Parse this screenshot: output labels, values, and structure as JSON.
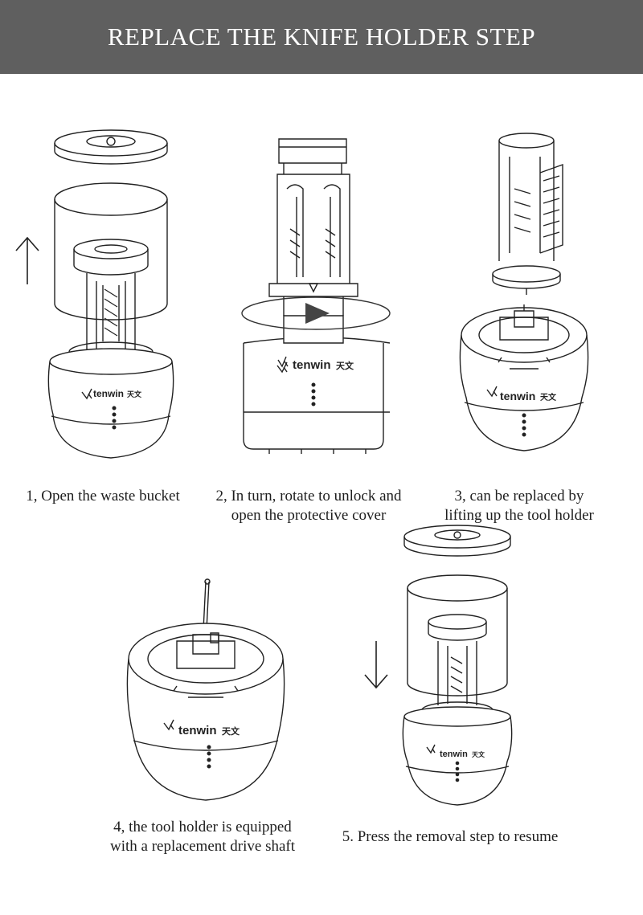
{
  "header": {
    "title": "REPLACE THE KNIFE HOLDER STEP"
  },
  "brand": {
    "name": "tenwin",
    "chinese": "天文"
  },
  "steps": [
    {
      "lines": [
        "1, Open the waste bucket"
      ]
    },
    {
      "lines": [
        "2, In turn, rotate to unlock and",
        "open the protective cover"
      ]
    },
    {
      "lines": [
        "3, can be replaced by",
        "lifting up the tool holder"
      ]
    },
    {
      "lines": [
        "4, the tool holder is equipped",
        "with a replacement drive shaft"
      ]
    },
    {
      "lines": [
        "5. Press the removal step to resume"
      ]
    }
  ],
  "icons": [
    "arrow-up-icon",
    "rotate-arrow-icon",
    "arrow-down-icon"
  ]
}
